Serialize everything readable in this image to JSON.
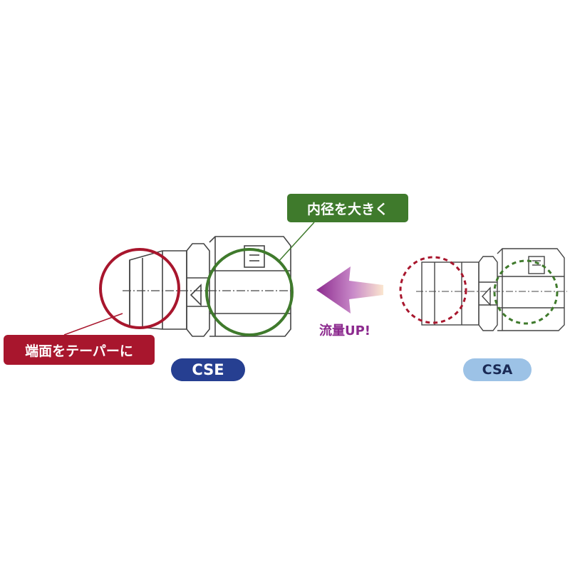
{
  "labels": {
    "inner_diameter": "内径を大きく",
    "end_face_taper": "端面をテーパーに",
    "flow_up": "流量UP!",
    "model_new": "CSE",
    "model_old": "CSA"
  },
  "colors": {
    "green": "#3f7a2c",
    "red": "#a8162d",
    "navy": "#263f91",
    "light_blue": "#9cc2e6",
    "purple": "#8c2a8e",
    "line": "#444444"
  },
  "icons": [
    "arrow-left-icon"
  ]
}
